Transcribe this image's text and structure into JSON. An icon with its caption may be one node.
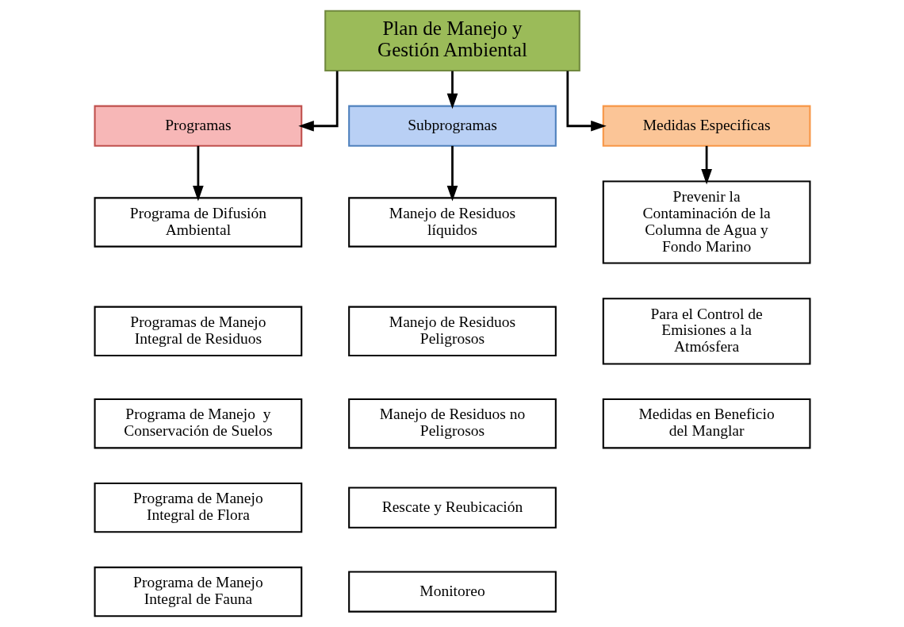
{
  "diagram": {
    "nodes": [
      {
        "text": [
          "Plan de Manejo y Gestión Ambiental"
        ]
      },
      {
        "text": [
          "Programas"
        ]
      },
      {
        "text": [
          "Subprogramas"
        ]
      },
      {
        "text": [
          "Medidas Especificas"
        ]
      },
      {
        "text": [
          "Programa de Difusión Ambiental"
        ]
      },
      {
        "text": [
          "Programas de Manejo Integral de Residuos"
        ]
      },
      {
        "text": [
          "Programa de Manejo  y Conservación de Suelos"
        ]
      },
      {
        "text": [
          "Programa de Manejo Integral de Flora"
        ]
      },
      {
        "text": [
          "Programa de Manejo Integral de Fauna"
        ]
      },
      {
        "text": [
          "Manejo de Residuos líquidos"
        ]
      },
      {
        "text": [
          "Manejo de Residuos Peligrosos"
        ]
      },
      {
        "text": [
          "Manejo de Residuos no Peligrosos"
        ]
      },
      {
        "text": [
          "Rescate y Reubicación"
        ]
      },
      {
        "text": [
          "Monitoreo"
        ]
      },
      {
        "text": [
          "Prevenir la Contaminación de la Columna de Agua y Fondo Marino"
        ]
      },
      {
        "text": [
          "Para el Control de Emisiones a la Atmósfera"
        ]
      },
      {
        "text": [
          "Medidas en Beneficio del Manglar"
        ]
      }
    ],
    "edges": [
      {
        "from": 0,
        "to": 1,
        "arrow": "to"
      },
      {
        "from": 0,
        "to": 2,
        "arrow": "to"
      },
      {
        "from": 0,
        "to": 3,
        "arrow": "to"
      },
      {
        "from": 1,
        "to": 4,
        "arrow": "to"
      },
      {
        "from": 2,
        "to": 9,
        "arrow": "to"
      },
      {
        "from": 3,
        "to": 14,
        "arrow": "to"
      }
    ]
  }
}
